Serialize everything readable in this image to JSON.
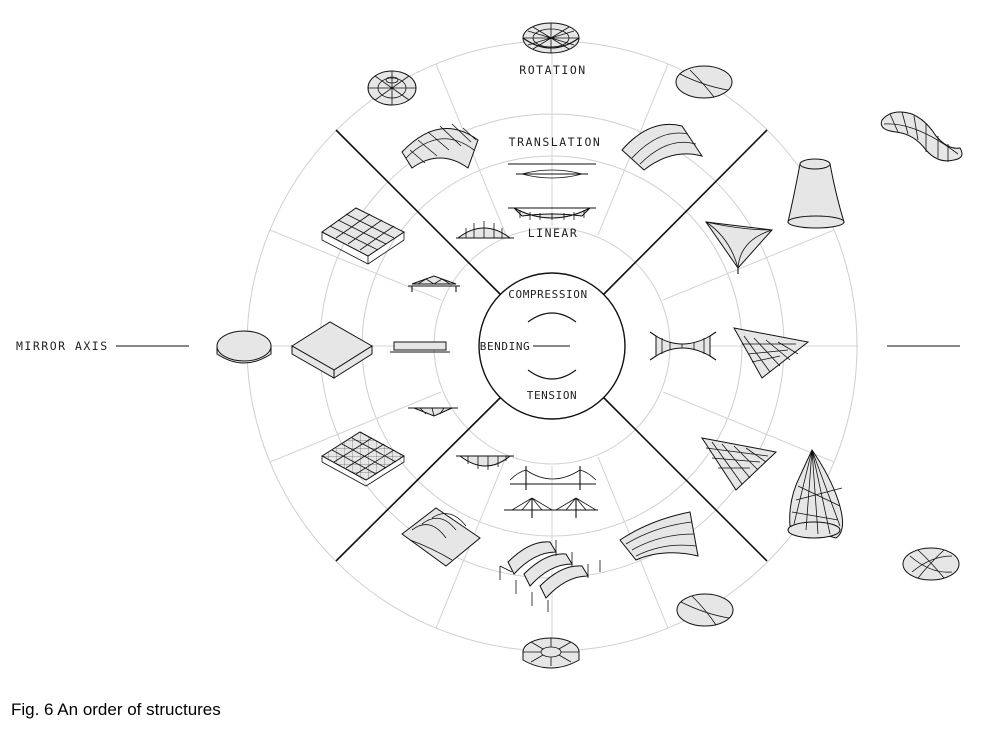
{
  "labels": {
    "rotation": "ROTATION",
    "translation": "TRANSLATION",
    "linear": "LINEAR",
    "compression": "COMPRESSION",
    "bending": "BENDING",
    "tension": "TENSION",
    "mirror_axis": "MIRROR AXIS"
  },
  "caption": "Fig. 6 An order of structures",
  "colors": {
    "ink": "#111111",
    "ring": "#cfcfcf",
    "fill": "#e6e6e6",
    "background": "#ffffff"
  },
  "structures": [
    "rotation-dome-top",
    "rotation-dome-ribbed",
    "ribbed-shell-top",
    "vault-translation",
    "vault-compression",
    "space-frame",
    "truss-arch",
    "truss-beam",
    "solid-disc",
    "solid-slab",
    "beam",
    "truss-underslung",
    "cable-beam",
    "grid-frame",
    "arch-suspension",
    "suspension-bridge",
    "cable-stayed-bridge",
    "ribbed-vault-lower",
    "cable-structure-parallel",
    "shell-lower",
    "elliptic-shell-lower",
    "cable-ring-wheel",
    "cable-net-saddle",
    "cable-net-corner",
    "tension-cone-tower",
    "cable-net-lower",
    "pneumatic-pillow",
    "cooling-tower",
    "gridshell-free-form",
    "ellipse-grid-shell"
  ]
}
